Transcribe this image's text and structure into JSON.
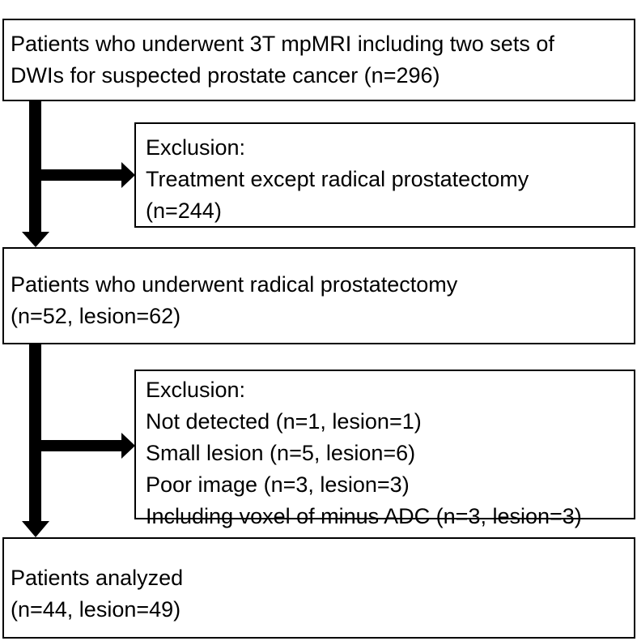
{
  "flowchart": {
    "start": {
      "lines": [
        "Patients who underwent 3T mpMRI including two sets of",
        "DWIs for suspected prostate cancer (n=296)"
      ]
    },
    "exclusion_1": {
      "lines": [
        "Exclusion:",
        "Treatment except radical prostatectomy",
        "(n=244)"
      ]
    },
    "prostatectomy": {
      "lines": [
        "Patients who underwent radical prostatectomy",
        "(n=52, lesion=62)"
      ]
    },
    "exclusion_2": {
      "lines": [
        "Exclusion:",
        "Not detected (n=1, lesion=1)",
        "Small lesion (n=5, lesion=6)",
        "Poor image (n=3, lesion=3)",
        "Including voxel of minus ADC (n=3, lesion=3)"
      ]
    },
    "analyzed": {
      "lines": [
        "Patients analyzed",
        "(n=44, lesion=49)"
      ]
    }
  },
  "colors": {
    "line": "#000000",
    "background": "#ffffff"
  }
}
